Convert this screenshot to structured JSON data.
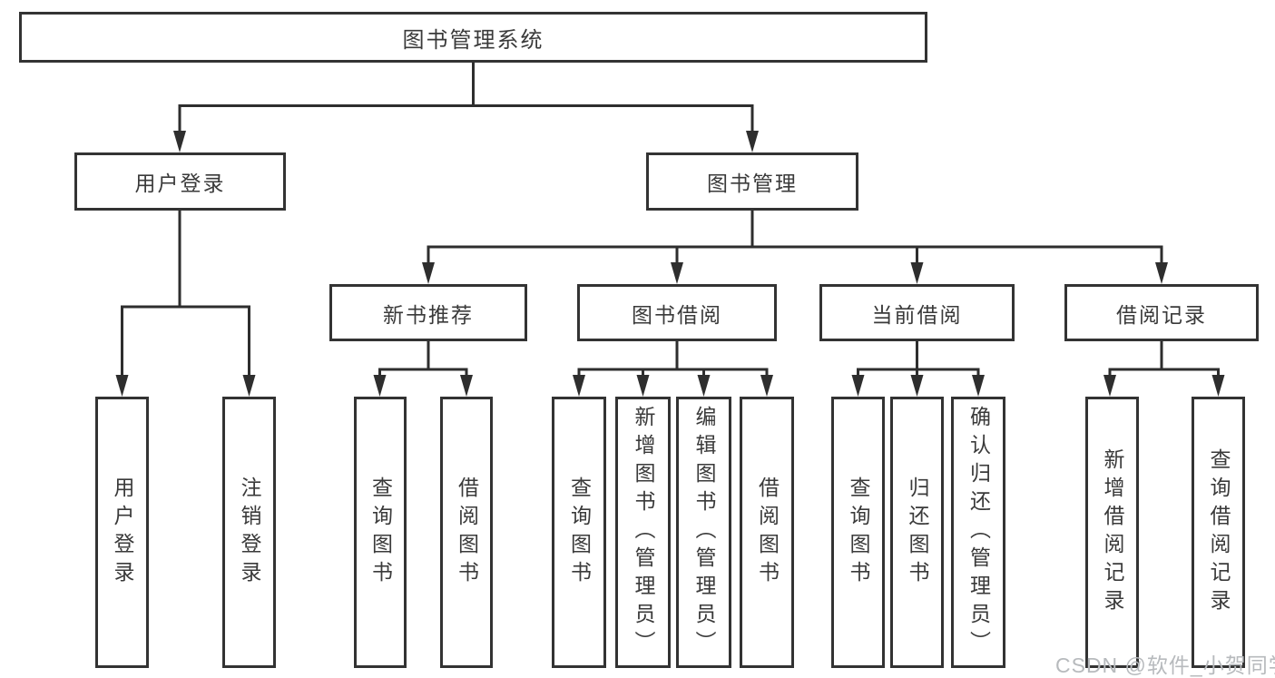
{
  "nodes": {
    "root": {
      "label": "图书管理系统"
    },
    "level2": [
      {
        "label": "用户登录"
      },
      {
        "label": "图书管理"
      }
    ],
    "level3": [
      {
        "label": "新书推荐"
      },
      {
        "label": "图书借阅"
      },
      {
        "label": "当前借阅"
      },
      {
        "label": "借阅记录"
      }
    ],
    "leaves": {
      "user_login": [
        {
          "label": "用户登录"
        },
        {
          "label": "注销登录"
        }
      ],
      "new_books": [
        {
          "label": "查询图书"
        },
        {
          "label": "借阅图书"
        }
      ],
      "book_borrow": [
        {
          "label": "查询图书"
        },
        {
          "label": "新增图书（管理员）"
        },
        {
          "label": "编辑图书（管理员）"
        },
        {
          "label": "借阅图书"
        }
      ],
      "current_borrow": [
        {
          "label": "查询图书"
        },
        {
          "label": "归还图书"
        },
        {
          "label": "确认归还（管理员）"
        }
      ],
      "borrow_records": [
        {
          "label": "新增借阅记录"
        },
        {
          "label": "查询借阅记录"
        }
      ]
    }
  },
  "watermark": {
    "text": "CSDN @软件_小贺同学"
  },
  "colors": {
    "line": "#2e2e2e",
    "box_border": "#333333",
    "text": "#3a3a3a",
    "background": "#ffffff",
    "watermark": "#b7babd"
  }
}
